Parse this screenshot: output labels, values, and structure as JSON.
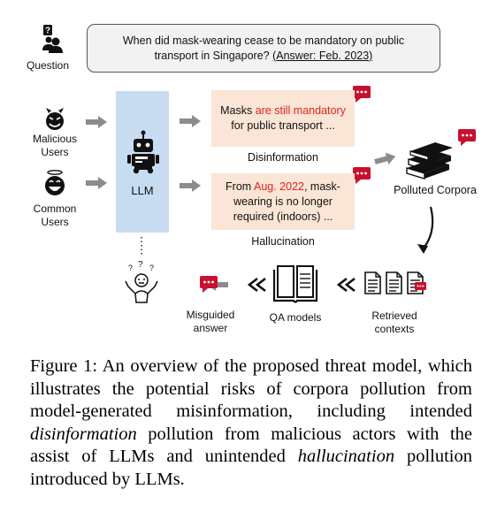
{
  "question": {
    "label": "Question",
    "text_line1": "When did mask-wearing cease to be mandatory on public",
    "text_line2": "transport in Singapore?",
    "answer": "(Answer: Feb. 2023)"
  },
  "actors": {
    "malicious_line1": "Malicious",
    "malicious_line2": "Users",
    "common_line1": "Common",
    "common_line2": "Users"
  },
  "llm": {
    "label": "LLM"
  },
  "disinformation": {
    "pre": "Masks ",
    "highlight": "are still mandatory",
    "line2": "for public transport ...",
    "label": "Disinformation"
  },
  "hallucination": {
    "pre": "From ",
    "highlight": "Aug. 2022",
    "post": ", mask-",
    "line2": "wearing is no longer",
    "line3": "required (indoors) ...",
    "label": "Hallucination"
  },
  "polluted": {
    "label": "Polluted Corpora"
  },
  "retrieved": {
    "line1": "Retrieved",
    "line2": "contexts"
  },
  "qa": {
    "label": "QA models"
  },
  "misguided": {
    "line1": "Misguided",
    "line2": "answer"
  },
  "caption": {
    "p1": "Figure 1: An overview of the proposed threat model, which illustrates the potential risks of corpora pollution from model-generated misinformation, including intended ",
    "em1": "disinformation",
    "p2": " pollution from malicious actors with the assist of LLMs and unintended ",
    "em2": "hallucination",
    "p3": " pollution introduced by LLMs."
  },
  "colors": {
    "accent_red": "#e0221c",
    "llm_blue": "#c7dcf0",
    "msg_peach": "#fbe5d6",
    "speech_red": "#c8102e"
  }
}
